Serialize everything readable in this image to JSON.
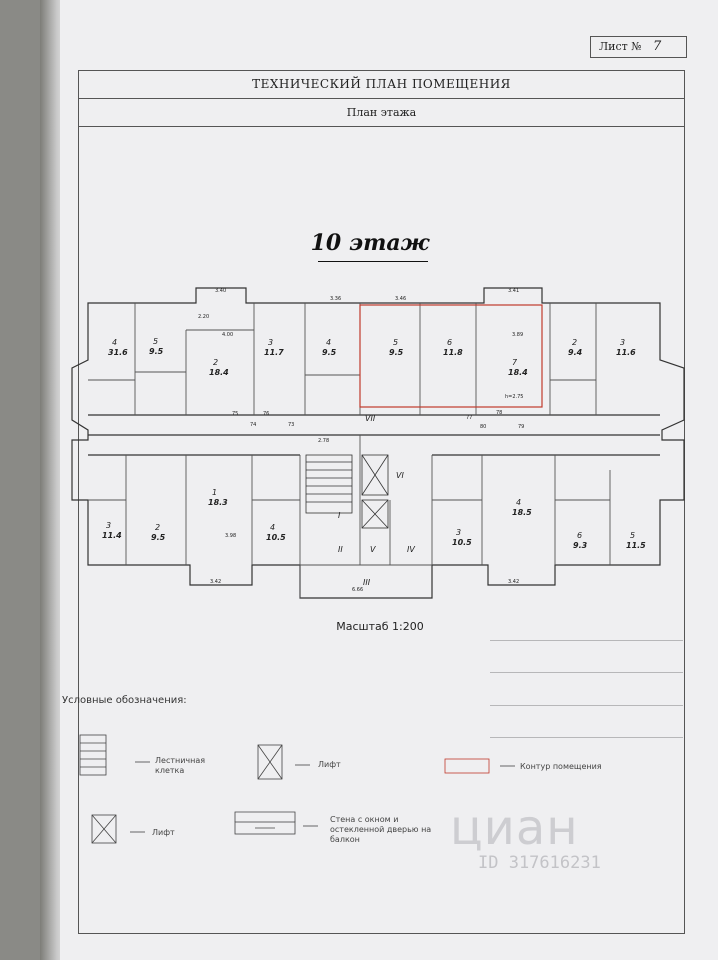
{
  "header": {
    "sheet_label": "Лист №",
    "sheet_number": "7",
    "title": "ТЕХНИЧЕСКИЙ ПЛАН ПОМЕЩЕНИЯ",
    "subtitle": "План этажа"
  },
  "plan": {
    "floor_title": "10 этаж",
    "scale": "Масштаб 1:200",
    "rooms": [
      {
        "num": "4",
        "area": "31.6"
      },
      {
        "num": "5",
        "area": "9.5"
      },
      {
        "num": "2",
        "area": "18.4"
      },
      {
        "num": "3",
        "area": "11.7"
      },
      {
        "num": "4",
        "area": "9.5"
      },
      {
        "num": "5",
        "area": "9.5"
      },
      {
        "num": "6",
        "area": "11.8"
      },
      {
        "num": "7",
        "area": "18.4"
      },
      {
        "num": "2",
        "area": "9.4"
      },
      {
        "num": "3",
        "area": "11.6"
      },
      {
        "num": "1",
        "area": "18.3"
      },
      {
        "num": "4",
        "area": "10.5"
      },
      {
        "num": "3",
        "area": "11.4"
      },
      {
        "num": "2",
        "area": "9.5"
      },
      {
        "num": "4",
        "area": "18.5"
      },
      {
        "num": "3",
        "area": "10.5"
      },
      {
        "num": "6",
        "area": "9.3"
      },
      {
        "num": "5",
        "area": "11.5"
      }
    ],
    "corridor_labels": [
      "VII",
      "VI",
      "I",
      "II",
      "V",
      "IV",
      "III"
    ],
    "dims": [
      "3.40",
      "2.20",
      "3.36",
      "3.46",
      "3.41",
      "4.00",
      "3.89",
      "2.78",
      "3.98",
      "3.42",
      "3.42",
      "6.66",
      "h=2.75",
      "77",
      "75",
      "76",
      "74",
      "73",
      "80",
      "78",
      "79"
    ]
  },
  "legend": {
    "title": "Условные обозначения:",
    "items": [
      {
        "icon": "stairwell-icon",
        "label": "Лестничная клетка"
      },
      {
        "icon": "elevator-icon",
        "label": "Лифт"
      },
      {
        "icon": "room-outline-icon",
        "label": "Контур помещения"
      },
      {
        "icon": "elevator-icon",
        "label": "Лифт"
      },
      {
        "icon": "balcony-wall-icon",
        "label": "Стена с окном и остекленной дверью на балкон"
      }
    ]
  },
  "watermark": {
    "brand": "циан",
    "id": "ID 317616231"
  },
  "colors": {
    "room_outline": "#c0392b",
    "lines": "#333333",
    "paper": "#efeff1"
  }
}
